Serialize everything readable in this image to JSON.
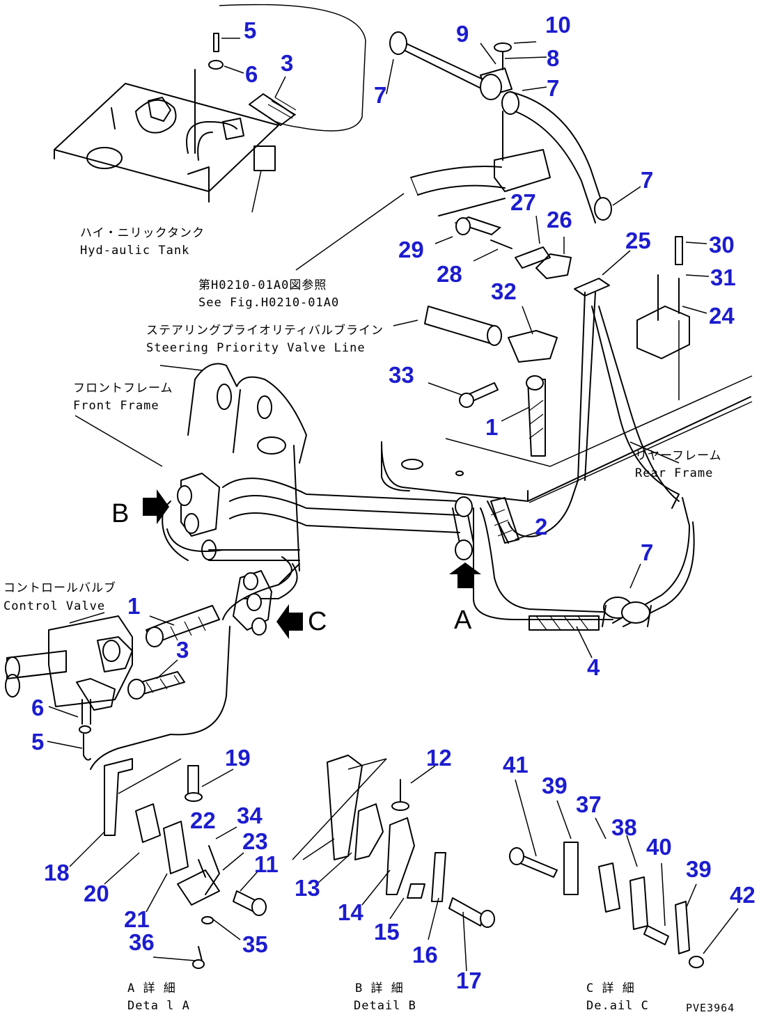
{
  "labels": {
    "hydraulic_tank_jp": "ハイ・ニリックタンク",
    "hydraulic_tank_en": "Hyd-aulic Tank",
    "see_fig_jp": "第H0210-01A0図参照",
    "see_fig_en": "See Fig.H0210-01A0",
    "steering_jp": "ステアリングプライオリティバルブライン",
    "steering_en": "Steering Priority Valve Line",
    "front_frame_jp": "フロントフレーム",
    "front_frame_en": "Front Frame",
    "rear_frame_jp": "リヤーフレーム",
    "rear_frame_en": "Rear Frame",
    "control_valve_jp": "コントロールバルブ",
    "control_valve_en": "Control Valve",
    "detail_a_jp": "A 詳 細",
    "detail_a_en": "Deta l A",
    "detail_b_jp": "B 詳 細",
    "detail_b_en": "Detail B",
    "detail_c_jp": "C 詳 細",
    "detail_c_en": "De.ail C",
    "view_a": "A",
    "view_b": "B",
    "view_c": "C",
    "figure_code": "PVE3964"
  },
  "callouts": {
    "n5_top": "5",
    "n6_top": "6",
    "n3_top": "3",
    "n9": "9",
    "n10": "10",
    "n8": "8",
    "n7_a": "7",
    "n7_b": "7",
    "n7_c": "7",
    "n7_d": "7",
    "n27": "27",
    "n26": "26",
    "n25": "25",
    "n30": "30",
    "n31": "31",
    "n24": "24",
    "n29": "29",
    "n28": "28",
    "n32": "32",
    "n33": "33",
    "n1_top": "1",
    "n2": "2",
    "n4": "4",
    "n1_bot": "1",
    "n3_bot": "3",
    "n6_bot": "6",
    "n5_bot": "5",
    "n19": "19",
    "n12": "12",
    "n41": "41",
    "n39_a": "39",
    "n37": "37",
    "n38": "38",
    "n40": "40",
    "n39_b": "39",
    "n42": "42",
    "n34": "34",
    "n22": "22",
    "n23": "23",
    "n11": "11",
    "n18": "18",
    "n20": "20",
    "n21": "21",
    "n36": "36",
    "n35": "35",
    "n13": "13",
    "n14": "14",
    "n15": "15",
    "n16": "16",
    "n17": "17"
  },
  "colors": {
    "callout": "#1c1ccf",
    "line": "#000000"
  }
}
